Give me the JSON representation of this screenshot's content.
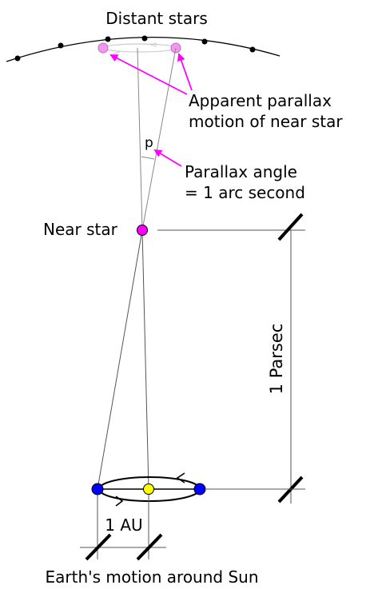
{
  "labels": {
    "distant_stars": "Distant stars",
    "apparent_motion_line1": "Apparent parallax",
    "apparent_motion_line2": "motion of near star",
    "p": "p",
    "parallax_angle_line1": "Parallax angle",
    "parallax_angle_line2": "= 1 arc second",
    "near_star": "Near star",
    "parsec": "1 Parsec",
    "au": "1 AU",
    "earth_motion": "Earth's motion around Sun"
  },
  "colors": {
    "annotation": "#ff00ff",
    "near_star": "#ff00ff",
    "apparent_star": "#ee99ee",
    "earth": "#0000ff",
    "sun": "#ffff00",
    "line": "#000000",
    "guide": "#888888"
  },
  "icons": {
    "near_star": "filled-circle",
    "earth": "filled-circle",
    "sun": "filled-circle",
    "scale_tick": "slash"
  }
}
